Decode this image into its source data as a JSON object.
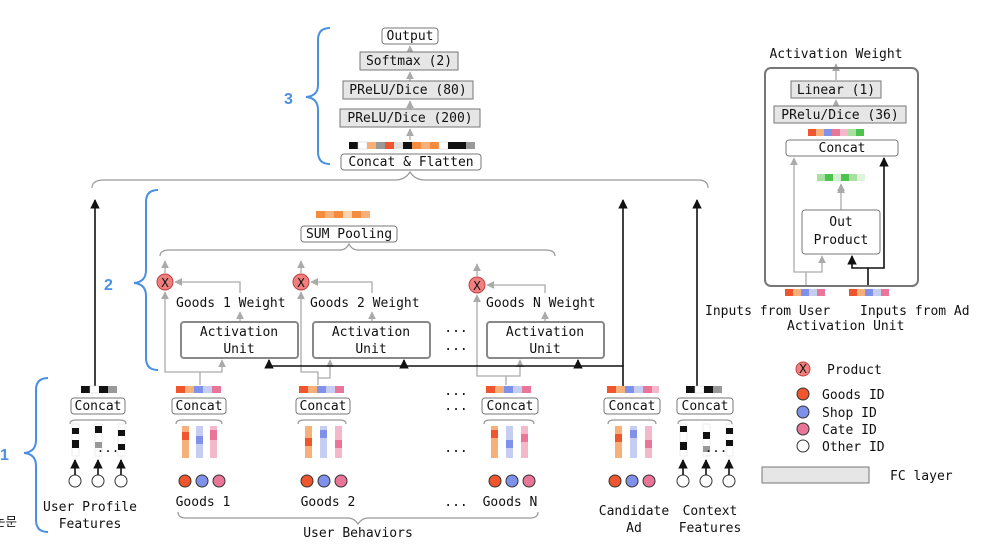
{
  "colors": {
    "goods": "#f0562d",
    "shop": "#7f91e8",
    "cate": "#e97598",
    "other": "#ffffff",
    "fc": "#e6e6e6",
    "brace": "#4a90e2",
    "product": "#f08080",
    "orange_light": "#f7b07a",
    "orange": "#f58b3c",
    "green_light": "#a7e0a0",
    "green": "#4cc34c"
  },
  "top": {
    "output": "Output",
    "softmax": "Softmax (2)",
    "prelu80": "PReLU/Dice (80)",
    "prelu200": "PReLU/Dice (200)",
    "concat_flatten": "Concat & Flatten"
  },
  "middle": {
    "sum_pooling": "SUM Pooling",
    "goods1_weight": "Goods 1 Weight",
    "goods2_weight": "Goods 2 Weight",
    "goodsn_weight": "Goods N Weight",
    "activation": "Activation",
    "unit": "Unit",
    "ellipsis": "..."
  },
  "bottom": {
    "concat": "Concat",
    "user_profile_1": "User Profile",
    "user_profile_2": "Features",
    "goods1": "Goods 1",
    "goods2": "Goods 2",
    "goodsn": "Goods N",
    "user_behaviors": "User Behaviors",
    "candidate_1": "Candidate",
    "candidate_2": "Ad",
    "context_1": "Context",
    "context_2": "Features",
    "ellipsis": "..."
  },
  "activation_unit": {
    "title": "Activation Weight",
    "linear": "Linear (1)",
    "prelu36": "PRelu/Dice (36)",
    "concat": "Concat",
    "out": "Out",
    "product": "Product",
    "inputs_user": "Inputs from User",
    "inputs_ad": "Inputs from Ad",
    "activation_unit_caption": "Activation Unit"
  },
  "legend": {
    "product_symbol": "X",
    "product": "Product",
    "goods_id": "Goods ID",
    "shop_id": "Shop ID",
    "cate_id": "Cate ID",
    "other_id": "Other ID",
    "fc_layer": "FC layer"
  },
  "numbers": {
    "one": "1",
    "two": "2",
    "three": "3"
  },
  "cutoff_text": "논문"
}
